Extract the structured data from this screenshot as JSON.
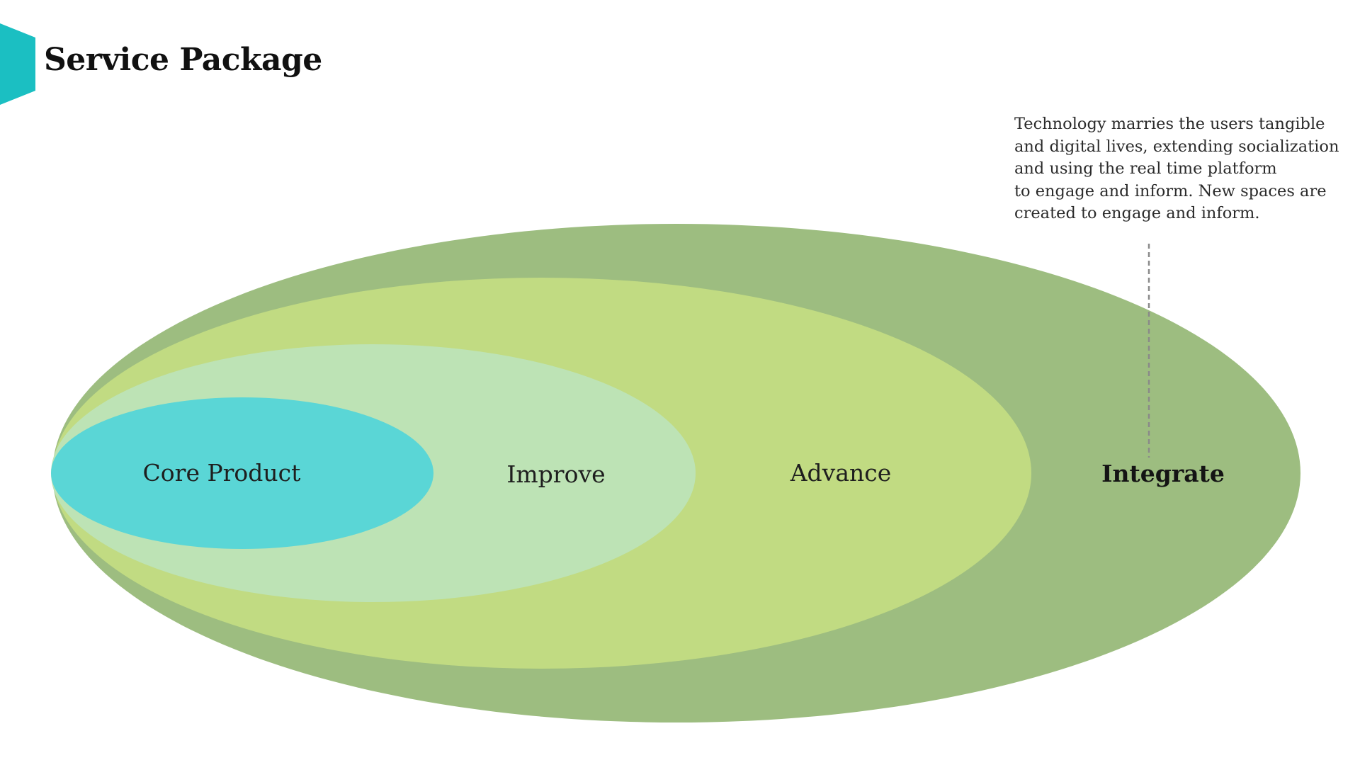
{
  "page": {
    "title": "Service Package"
  },
  "colors": {
    "accent": "#1bbfc2",
    "integrate": "#9dbd80",
    "advance": "#c1db82",
    "improve": "#bde3b5",
    "core": "#5ad6d6",
    "leader": "#8a8a8a"
  },
  "annotation": {
    "lines": [
      "Technology marries the users tangible",
      "and digital lives, extending socialization",
      "and using the real time platform",
      "to engage and inform. New spaces are",
      "created to engage and inform."
    ]
  },
  "rings": [
    {
      "label": "Integrate",
      "emphasis": true
    },
    {
      "label": "Advance",
      "emphasis": false
    },
    {
      "label": "Improve",
      "emphasis": false
    },
    {
      "label": "Core Product",
      "emphasis": false
    }
  ]
}
